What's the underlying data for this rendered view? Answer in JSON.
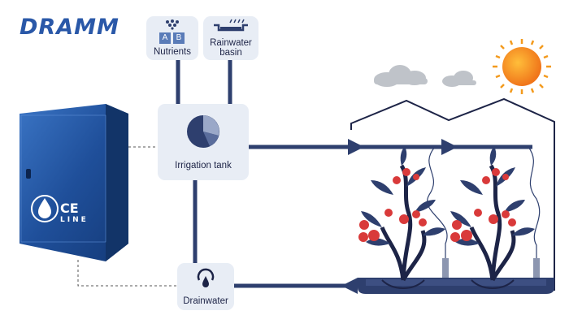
{
  "brand": {
    "logo_text": "DRAMM"
  },
  "controller": {
    "badge_line1": "CE",
    "badge_line2": "LINE"
  },
  "nodes": {
    "nutrients": {
      "label": "Nutrients",
      "icon_a": "A",
      "icon_b": "B"
    },
    "rainwater": {
      "label_line1": "Rainwater",
      "label_line2": "basin"
    },
    "irrigation_tank": {
      "label": "Irrigation tank"
    },
    "drainwater": {
      "label": "Drainwater"
    }
  },
  "colors": {
    "pipe": "#2e3f6e",
    "box_fill": "#e8edf5",
    "cabinet": "#1f4f9a",
    "tomato": "#d93a3a",
    "sun": "#f39a1d",
    "logo": "#2a58a8"
  }
}
